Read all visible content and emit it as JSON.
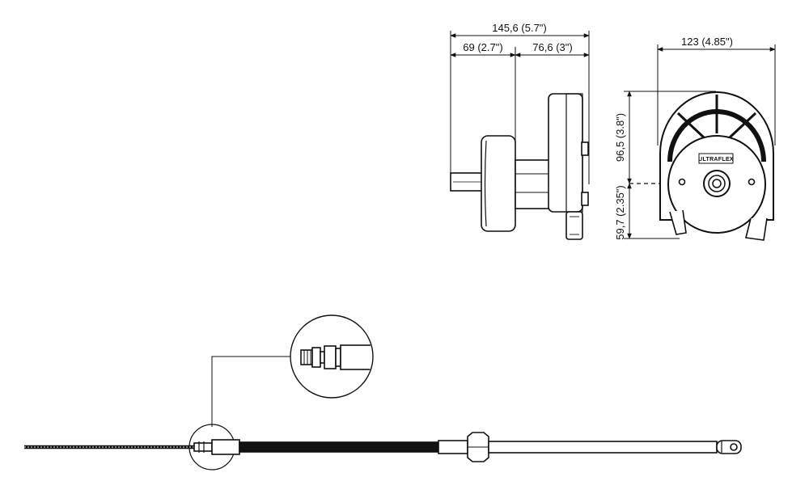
{
  "side_view": {
    "overall_width": "145,6 (5.7\")",
    "left_width": "69 (2.7\")",
    "right_width": "76,6 (3\")"
  },
  "front_view": {
    "overall_width": "123 (4.85\")",
    "upper_height": "96,5 (3.8\")",
    "lower_height": "59,7 (2.35\")",
    "brand_label": "ULTRAFLEX"
  },
  "colors": {
    "line": "#111111",
    "background": "#ffffff"
  }
}
